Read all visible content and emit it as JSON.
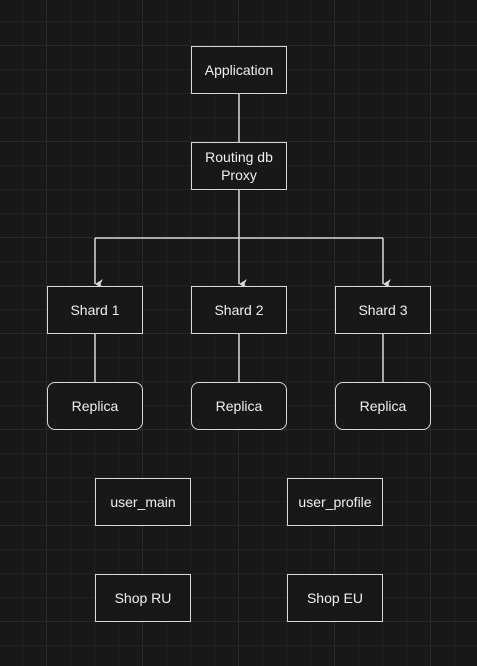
{
  "diagram": {
    "nodes": {
      "application": "Application",
      "proxy": "Routing db\nProxy",
      "shard1": "Shard 1",
      "shard2": "Shard 2",
      "shard3": "Shard 3",
      "replica1": "Replica",
      "replica2": "Replica",
      "replica3": "Replica",
      "user_main": "user_main",
      "user_profile": "user_profile",
      "shop_ru": "Shop RU",
      "shop_eu": "Shop EU"
    },
    "edges": [
      {
        "from": "application",
        "to": "proxy",
        "arrow": false
      },
      {
        "from": "proxy",
        "to": "shard1",
        "arrow": true
      },
      {
        "from": "proxy",
        "to": "shard2",
        "arrow": true
      },
      {
        "from": "proxy",
        "to": "shard3",
        "arrow": true
      },
      {
        "from": "shard1",
        "to": "replica1",
        "arrow": false
      },
      {
        "from": "shard2",
        "to": "replica2",
        "arrow": false
      },
      {
        "from": "shard3",
        "to": "replica3",
        "arrow": false
      }
    ],
    "colors": {
      "background": "#181818",
      "stroke": "#d8d8d8",
      "text": "#f0f0f0",
      "grid": "#2a2a2a"
    }
  }
}
